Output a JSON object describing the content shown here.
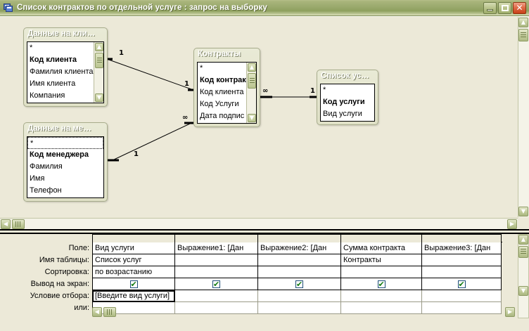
{
  "window": {
    "title": "Список контрактов по отдельной услуге : запрос на выборку",
    "icon": "query-icon",
    "minimize_label": "",
    "maximize_label": "",
    "close_label": "✕"
  },
  "diagram": {
    "tables": [
      {
        "name": "clients",
        "title": "Данные  на кли…",
        "fields": [
          {
            "label": "*",
            "key": false,
            "selected": false
          },
          {
            "label": "Код клиента",
            "key": true,
            "selected": false
          },
          {
            "label": "Фамилия клиента",
            "key": false,
            "selected": false
          },
          {
            "label": "Имя клиента",
            "key": false,
            "selected": false
          },
          {
            "label": "Компания",
            "key": false,
            "selected": false
          }
        ],
        "scrollbar": true
      },
      {
        "name": "managers",
        "title": "Данные  на ме…",
        "fields": [
          {
            "label": "*",
            "key": false,
            "selected": true
          },
          {
            "label": "Код менеджера",
            "key": true,
            "selected": false
          },
          {
            "label": "Фамилия",
            "key": false,
            "selected": false
          },
          {
            "label": "Имя",
            "key": false,
            "selected": false
          },
          {
            "label": "Телефон",
            "key": false,
            "selected": false
          }
        ],
        "scrollbar": false
      },
      {
        "name": "contracts",
        "title": "Контракты",
        "fields": [
          {
            "label": "*",
            "key": false,
            "selected": false
          },
          {
            "label": "Код контрак",
            "key": true,
            "selected": false
          },
          {
            "label": "Код клиента",
            "key": false,
            "selected": false
          },
          {
            "label": "Код Услуги",
            "key": false,
            "selected": false
          },
          {
            "label": "Дата подпис",
            "key": false,
            "selected": false
          }
        ],
        "scrollbar": true
      },
      {
        "name": "services",
        "title": "Список ус…",
        "fields": [
          {
            "label": "*",
            "key": false,
            "selected": false
          },
          {
            "label": "Код услуги",
            "key": true,
            "selected": false
          },
          {
            "label": "Вид услуги",
            "key": false,
            "selected": false
          }
        ],
        "scrollbar": false
      }
    ],
    "relationships": [
      {
        "from": "clients",
        "to": "contracts",
        "from_card": "1",
        "to_card": "1"
      },
      {
        "from": "managers",
        "to": "contracts",
        "from_card": "1",
        "to_card": "∞"
      },
      {
        "from": "contracts",
        "to": "services",
        "from_card": "∞",
        "to_card": "1"
      }
    ]
  },
  "grid": {
    "row_labels": [
      "Поле:",
      "Имя таблицы:",
      "Сортировка:",
      "Вывод на экран:",
      "Условие отбора:",
      "или:"
    ],
    "columns": [
      {
        "field": "Вид услуги",
        "table": "Список услуг",
        "sort": "по возрастанию",
        "show": true,
        "criteria": "[Введите вид услуги]",
        "or": "",
        "criteria_selected": true
      },
      {
        "field": "Выражение1: [Дан",
        "table": "",
        "sort": "",
        "show": true,
        "criteria": "",
        "or": "",
        "criteria_selected": false
      },
      {
        "field": "Выражение2: [Дан",
        "table": "",
        "sort": "",
        "show": true,
        "criteria": "",
        "or": "",
        "criteria_selected": false
      },
      {
        "field": "Сумма контракта",
        "table": "Контракты",
        "sort": "",
        "show": true,
        "criteria": "",
        "or": "",
        "criteria_selected": false
      },
      {
        "field": "Выражение3: [Дан",
        "table": "",
        "sort": "",
        "show": true,
        "criteria": "",
        "or": "",
        "criteria_selected": false
      }
    ]
  },
  "scrollbars": {
    "up_arrow": "▲",
    "down_arrow": "▼",
    "left_arrow": "◀",
    "right_arrow": "▶"
  },
  "colors": {
    "title_bar_start": "#b7c08b",
    "title_bar_end": "#8ea05e",
    "close_button": "#c83f17",
    "window_background": "#ece9d8",
    "check_green": "#127b12",
    "checkbox_border": "#1f4e79"
  }
}
